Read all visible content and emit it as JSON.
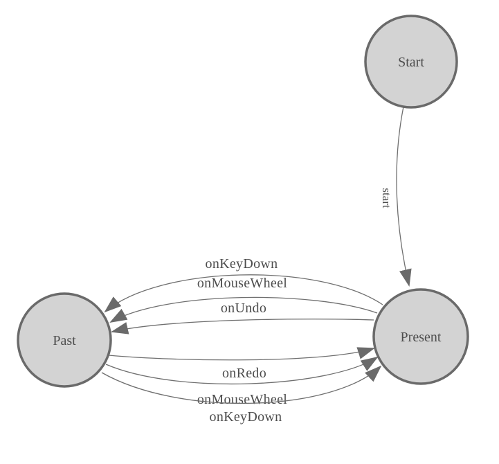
{
  "diagram": {
    "kind": "state-machine",
    "colors": {
      "background": "#ffffff",
      "node_fill": "#d3d3d3",
      "node_stroke": "#6a6a6a",
      "edge_stroke": "#6f6f6f",
      "arrowhead_fill": "#6a6a6a",
      "text": "#4d4d4d"
    },
    "nodes": [
      {
        "id": "start",
        "label": "Start"
      },
      {
        "id": "present",
        "label": "Present"
      },
      {
        "id": "past",
        "label": "Past"
      }
    ],
    "edges": [
      {
        "from": "Start",
        "to": "Present",
        "label": "start"
      },
      {
        "from": "Present",
        "to": "Past",
        "label": "onKeyDown"
      },
      {
        "from": "Present",
        "to": "Past",
        "label": "onMouseWheel"
      },
      {
        "from": "Present",
        "to": "Past",
        "label": "onUndo"
      },
      {
        "from": "Past",
        "to": "Present",
        "label": "onRedo"
      },
      {
        "from": "Past",
        "to": "Present",
        "label": "onMouseWheel"
      },
      {
        "from": "Past",
        "to": "Present",
        "label": "onKeyDown"
      }
    ]
  }
}
